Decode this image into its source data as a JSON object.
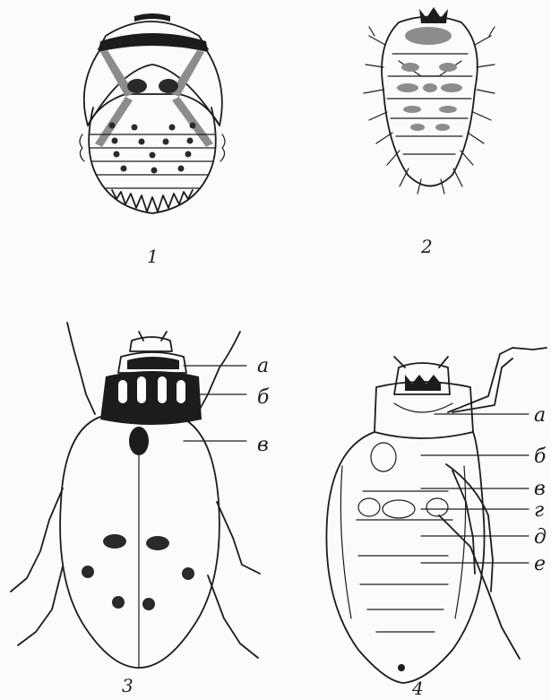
{
  "figures": [
    {
      "id": "1",
      "number": "1"
    },
    {
      "id": "2",
      "number": "2"
    },
    {
      "id": "3",
      "number": "3",
      "labels": [
        "а",
        "б",
        "в"
      ]
    },
    {
      "id": "4",
      "number": "4",
      "labels": [
        "а",
        "б",
        "в",
        "г",
        "д",
        "е"
      ]
    }
  ],
  "colors": {
    "ink": "#1c1c1c",
    "paper": "#fbfbf9"
  }
}
